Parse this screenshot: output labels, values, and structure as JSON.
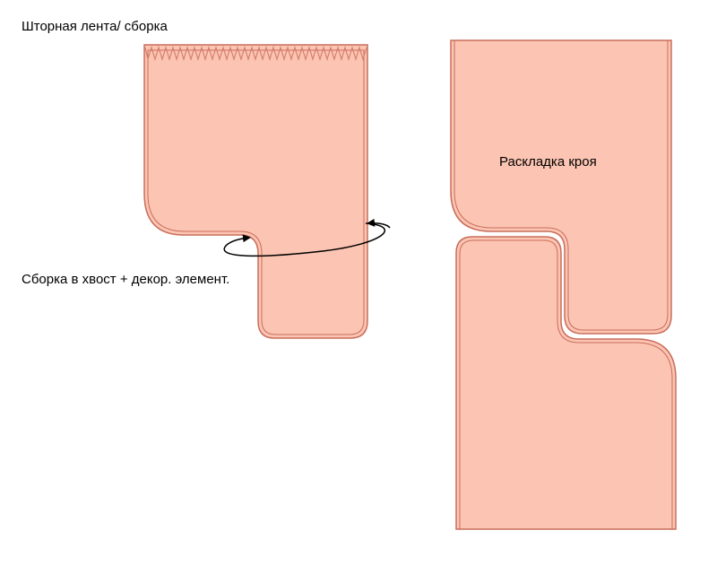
{
  "labels": {
    "curtain_tape": "Шторная лента/ сборка",
    "gather_tail": "Сборка в хвост + декор. элемент.",
    "cut_layout": "Раскладка кроя"
  },
  "colors": {
    "fabric_fill": "#fcc4b2",
    "fabric_edge": "#c86e5c",
    "stitch": "#d4806c",
    "arrow": "#000000"
  }
}
